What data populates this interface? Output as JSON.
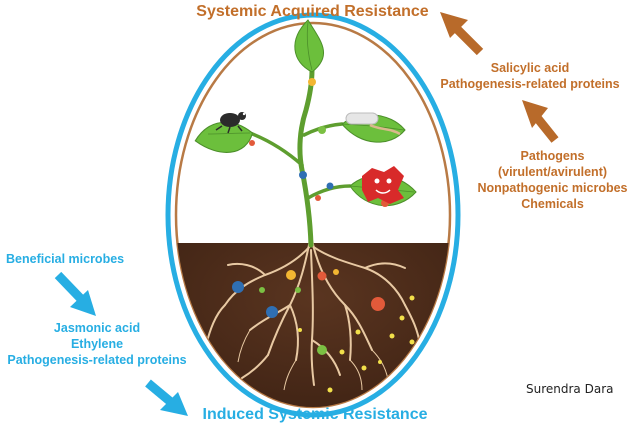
{
  "title_top": "Systemic Acquired Resistance",
  "title_bottom": "Induced Systemic Resistance",
  "sar_signals": [
    "Salicylic acid",
    "Pathogenesis-related proteins"
  ],
  "sar_triggers": [
    "Pathogens",
    "(virulent/avirulent)",
    "Nonpathogenic microbes",
    "Chemicals"
  ],
  "isr_trigger": "Beneficial microbes",
  "isr_signals": [
    "Jasmonic acid",
    "Ethylene",
    "Pathogenesis-related proteins"
  ],
  "credit": "Surendra Dara",
  "colors": {
    "sar": "#c26f2a",
    "isr": "#27aee3",
    "soil": "#4a2a17",
    "leaf": "#6cbf3c",
    "stem": "#5e9e2f"
  },
  "icons": [
    "beetle-icon",
    "caterpillar-icon",
    "pathogen-icon"
  ]
}
